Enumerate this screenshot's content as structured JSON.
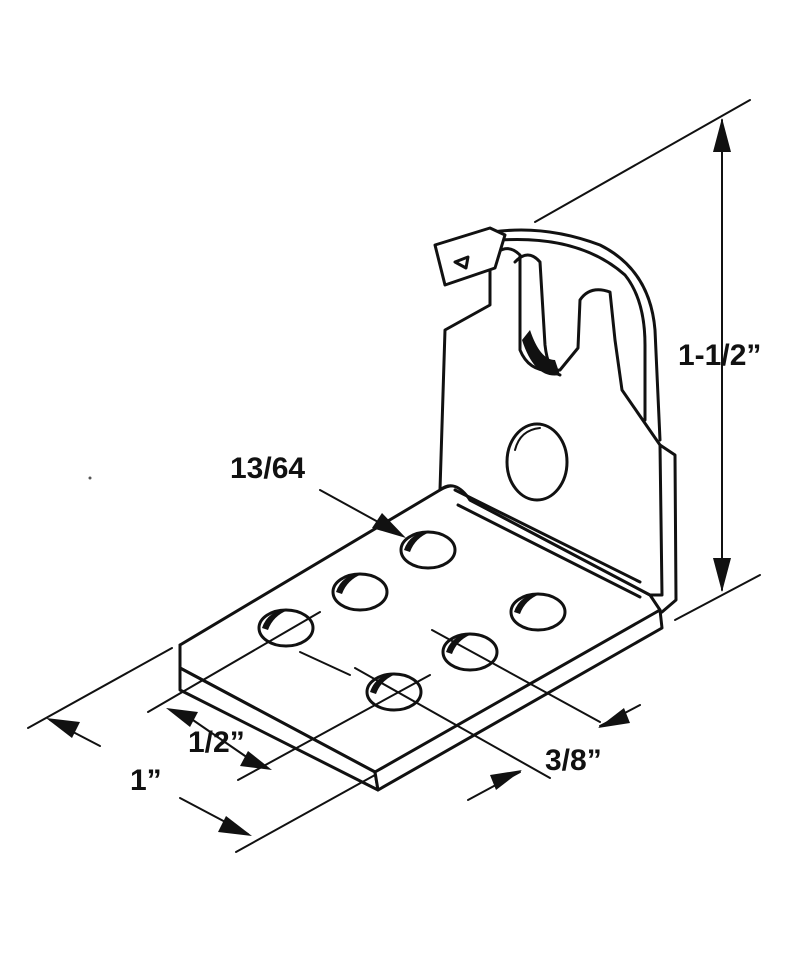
{
  "diagram": {
    "labels": {
      "height": "1-1/2”",
      "hole_diameter": "13/64",
      "width": "1”",
      "hole_spacing_left": "1/2”",
      "hole_spacing_right": "3/8”"
    }
  }
}
